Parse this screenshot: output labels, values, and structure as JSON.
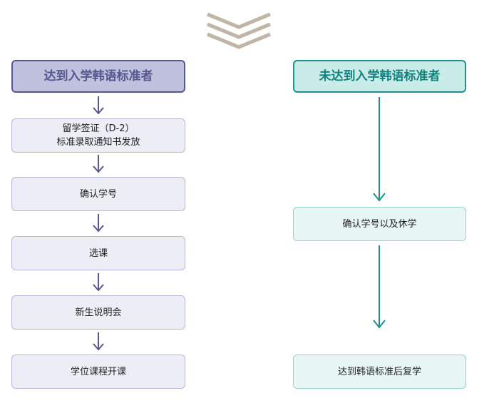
{
  "colors": {
    "left_accent": "#55578d",
    "left_header_fill": "#bfc1de",
    "left_box_fill": "#edeef5",
    "right_accent": "#20908c",
    "right_header_fill": "#c9ece8",
    "right_box_fill": "#e7f5f3",
    "chevron": "#c1b5a7"
  },
  "top_icon": "triple-chevron-down-icon",
  "left_flow": {
    "header": "达到入学韩语标准者",
    "steps": [
      {
        "lines": [
          "留学签证（D-2）",
          "标准录取通知书发放"
        ]
      },
      {
        "lines": [
          "确认学号"
        ]
      },
      {
        "lines": [
          "选课"
        ]
      },
      {
        "lines": [
          "新生说明会"
        ]
      },
      {
        "lines": [
          "学位课程开课"
        ]
      }
    ]
  },
  "right_flow": {
    "header": "未达到入学韩语标准者",
    "steps": [
      {
        "lines": [
          "确认学号以及休学"
        ]
      },
      {
        "lines": [
          "达到韩语标准后复学"
        ]
      }
    ]
  }
}
